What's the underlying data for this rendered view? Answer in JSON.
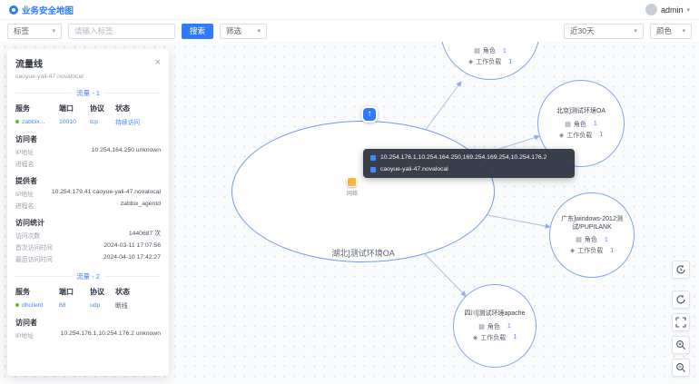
{
  "header": {
    "logo_text": "业务安全地图",
    "user_name": "admin"
  },
  "toolbar": {
    "tag_select": "标签",
    "search_placeholder": "请输入标签",
    "search_button": "搜索",
    "filter_select": "筛选",
    "time_select": "近30天",
    "color_select": "颜色"
  },
  "icons": {
    "chevron_down": "▾",
    "close": "×",
    "role": "▤",
    "workload": "◈",
    "arrow_up": "↑"
  },
  "panel": {
    "title": "流量线",
    "host": "caoyue-yali-47.novalocal",
    "col_headers": [
      "服务",
      "端口",
      "协议",
      "状态"
    ],
    "labels": {
      "visitor": "访问者",
      "provider": "提供者",
      "stats": "访问统计",
      "ip": "IP地址",
      "process": "进程名",
      "count": "访问次数",
      "first_time": "首次访问时间",
      "last_time": "最后访问时间"
    },
    "flow1": {
      "divider": "流量 - 1",
      "service": "zabbix...",
      "port": "10010",
      "protocol": "tcp",
      "status": "持续访问",
      "visitor_ip": "10.254.164.250 unknown",
      "visitor_process": "",
      "provider_ip": "10.254.179.41 caoyue-yali-47.novalocal",
      "provider_process": "zabbix_agentd",
      "count": "1440687 次",
      "first_time": "2024-03-11 17:07:56",
      "last_time": "2024-04-10 17:42:27"
    },
    "flow2": {
      "divider": "流量 - 2",
      "service": "dhclient",
      "port": "68",
      "protocol": "udp",
      "status": "断线",
      "visitor_ip": "10.254.176.1,10.254.176.2 unknown"
    }
  },
  "graph": {
    "role_label": "角色",
    "workload_label": "工作负载",
    "center": {
      "label": "湖北]测试环境OA",
      "node_label": "网络"
    },
    "tooltip": {
      "line1": "10.254.176.1,10.254.164.250,169.254.169.254,10.254.176.2",
      "line2": "caoyue-yali-47.novalocal"
    },
    "groups": [
      {
        "name": "",
        "role_count": "1",
        "workload_count": "1"
      },
      {
        "name": "北京]测试环境OA",
        "role_count": "1",
        "workload_count": "1"
      },
      {
        "name": "广东]windows-2012测试/PUPILANK",
        "role_count": "1",
        "workload_count": "1"
      },
      {
        "name": "四川]测试环境apache",
        "role_count": "1",
        "workload_count": "1"
      }
    ]
  }
}
